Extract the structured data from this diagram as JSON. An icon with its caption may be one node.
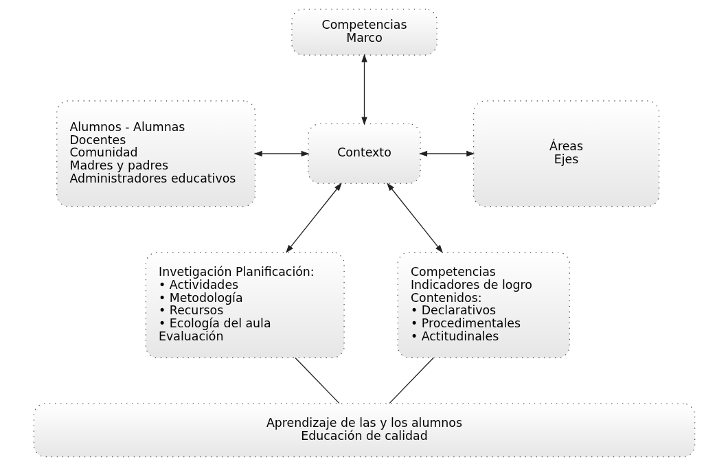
{
  "diagram": {
    "nodes": [
      {
        "text": [
          "Competencias",
          "Marco"
        ]
      },
      {
        "text": [
          "Alumnos - Alumnas",
          "Docentes",
          "Comunidad",
          "Madres y padres",
          "Administradores educativos"
        ]
      },
      {
        "text": [
          "Contexto"
        ]
      },
      {
        "text": [
          "Áreas",
          "Ejes"
        ]
      },
      {
        "text": [
          "Invetigación Planificación:",
          "• Actividades",
          "• Metodología",
          "• Recursos",
          "• Ecología del aula",
          "Evaluación"
        ]
      },
      {
        "text": [
          "Competencias",
          "Indicadores de logro",
          "Contenidos:",
          "• Declarativos",
          "• Procedimentales",
          "• Actitudinales"
        ]
      },
      {
        "text": [
          "Aprendizaje de las y los alumnos",
          "Educación de calidad"
        ]
      }
    ],
    "edges": [
      {
        "from": 0,
        "to": 2,
        "arrow": "both"
      },
      {
        "from": 1,
        "to": 2,
        "arrow": "both"
      },
      {
        "from": 2,
        "to": 3,
        "arrow": "both"
      },
      {
        "from": 2,
        "to": 4,
        "arrow": "both"
      },
      {
        "from": 2,
        "to": 5,
        "arrow": "both"
      },
      {
        "from": 4,
        "to": 6,
        "arrow": "none"
      },
      {
        "from": 5,
        "to": 6,
        "arrow": "none"
      }
    ]
  }
}
